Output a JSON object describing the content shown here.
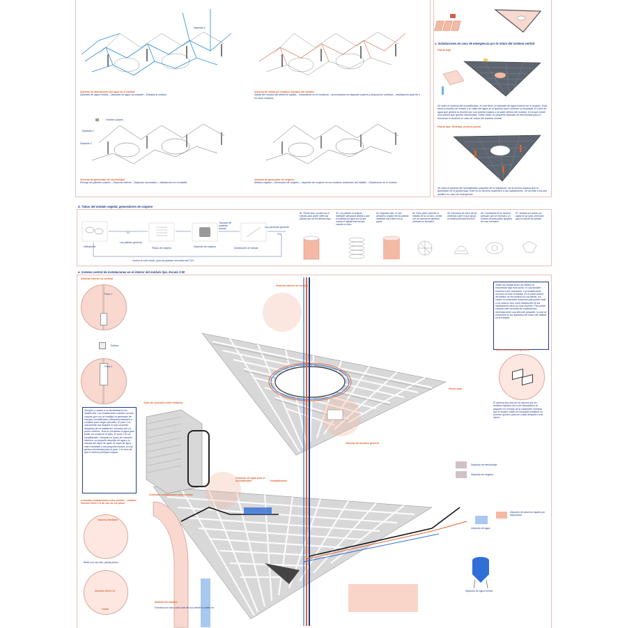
{
  "top_left": {
    "diagram_labels": {
      "deposito_2_top": "Depósito 2",
      "paneles_solares": "Paneles solares",
      "deposito_1": "Depósito 1",
      "deposito_2_mid": "Depósito 2"
    },
    "cap1_title": "Sistema de distribución del agua en el hábitat.",
    "cap1_body": "Depósito de agua central – Depósito de agua secundario – Entrada al módulo",
    "cap2_title": "Sistema de salida de residuos líquidos del hábitat",
    "cap2_body": "Salida del residuo del desecho líquido – tratamiento en el conducto – Acumulación en depósito solares y disposición solicitud – reutilización para fin o en otros módulos",
    "cap3_title": "Sistema de generador de electricidad",
    "cap3_body": "Recoge de paneles solares – Depósito interior – Depósito secundario – distribución en el hábitat",
    "cap4_title": "Sistema de generador de oxígeno",
    "cap4_body": "Módulo vegetal – Generador de oxígeno – depósito de oxígeno en los módulos anteriores del hábitat – Distribución en el módulo"
  },
  "top_right": {
    "section_title": "c. Instalaciones en caso de emergencia por la rotura del sistema central",
    "planta_baja": "Planta baja",
    "para1": "Se sufre el sistema del humidificador, el cual tiene un depósito de agua externo en el módulo. Esta tiene la función de extraer y el caldo del agua en el granulo para contener la humedad. El resto de agua que genera la función por una tubería (vapor) a la parte inferior del modulo, en la que existe una turbina que genera electricidad. Suele haber un pequeño depósito de electricidad para el funcionar el sistema en caso de rotura del sistema central.",
    "planta_tipo": "Planta tipo: Vivienda, primera planta",
    "para2": "Se sitúa el sistema del humidificador pequeño de la habitación, de la misma manera que el generador de la planta baja. Este es un servicio específico a las habitaciones. Se accede a los dos pasillos en caso de emergencia."
  },
  "middle": {
    "section_title": "d. Tubos del módulo vegetal, generadores de oxígeno",
    "hidroponia": "Hidroponía",
    "plantas_generan": "Las plantas generan",
    "o2": "O₂",
    "fibras": "Fibras de oxígeno",
    "deposito_oxigeno": "Depósito de oxígeno",
    "tuberia_label": "Tracción de material tubular",
    "distribucion": "Distribución al módulo",
    "personas": "Las personas generan",
    "co2": "CO₂",
    "loop": "Vuelve al ciclo inicial, para las plantas necesitan del CO2",
    "steps": [
      "d1. Primer tubo, cuenta con la entrada para poder meter las plantas que se encuentran aquí.",
      "d2. Las plantas se cultivan mediante hidroponía debido a que la cantidad de agua con la que cuenta el hábitat está escasa cuando es lleno.",
      "d3. Segundo tubo, el cual almacena oxígeno de las plantas mediante unos filtros en su pared.",
      "d4. Para poder controlar la entrada de la O2 tubo, cuenta con un sistema de apertura centrado en humídico.",
      "d5. Estructura de cierre de las viviendas sobre lo que apoya la ventana principal del tubo.",
      "d6. Conectando de la ventana principal, que se enchufa a un sistema de para poder apoyarla en caso necesario.",
      "d7. Ventana los suelos por captar la luz solar, necesario para la vida de las plantas."
    ]
  },
  "bottom": {
    "section_title": "e. Sistema central de instalaciones en el interior del módulo tipo. Escala 1:50",
    "sistema_interior": "Sistema interior en vertical",
    "pozo1": "Pozo 1",
    "turbina": "Turbina",
    "pozo2": "Pozo 2",
    "sistema_vertical_label": "Sistema interior en vertical",
    "tubo_conexion": "Tubo de conexión entre módulos",
    "left_note": "Siempre y cuando a la electricidad en los habitáculos. Las instalaciones cuentan con dos cánulas que con un ventilad un generador de energía, humidificador y Bioquemicotranslin a contante para cargar operativo. El pozo 1 es únicamente una lámpara la cual se puede desplazar por la habitación, necesita solo un pocho eléctrico. Este es recubierto el agua para poder ser usada en el baño. El pozo 2 es un humidificador. Variando un punto de conexión eléctrica, un pequeño depósito de agua y la estrada del vapor de agua. El vapor de agua está conectado a una pequeña turbina, la cual genera electricidad para el pozo 1 en caso de que el sistema principal colapse.",
    "conexion_label": "Conexión instalaciones tubo vertical – módulo. Sección fértil 1:5 de uso de los pisos",
    "toberas": "Toberas flexibles",
    "brida": "Brida con uso fino, planta juntos",
    "seccion": "Sección fértil 1:5",
    "union": "Unión",
    "conexion_tubo": "Conexión instalaciones tubo vertical",
    "deposito_agua_hum": "Depósito de agua para el humidificador",
    "humidificador": "Humidificador",
    "sistema_bombeo": "Sistema de bombeo general",
    "pared_solar": "Pared solar",
    "dep_electricidad": "Depósito de electricidad",
    "dep_oxigeno": "Depósito de oxígeno",
    "dep_agua": "Depósito de agua",
    "dep_desecho": "Depósito de desecho líquido por depuración",
    "dep_agua_central": "Depósito de agua central",
    "right_note1": "Todas las instalaciones del edificio se encuentran bajo este suelo, el cual también funciona como estructura. Las instalaciones recorren un todo el hábitat. En la parte central del edificio se encuentran los escaleras, los cuales no solamente funcionan para poder subir a los mismos sino como distribución de las instalaciones hacia la zona superior. Para poder cambiar este recorrido las instalaciones necesitan tener una tierra de pequeño, la cual se encuentra en los depósitos del centro del hábitat en la entrada.",
    "right_title2": "Sistema de bombeo general",
    "right_note2": "El sistema funciona de tal manera que los residuos líquidos van a ser depositados un pequeño en el fondo de la instalación mientras que el residuo sólido se compacta mediante un proceso químico para ser usado después como abono.",
    "medida_label": "Medida del módulo",
    "medida_text": "Funciona un ciclo como solo de uso desde lo anexo en"
  },
  "colors": {
    "navy": "#1e3a8a",
    "orange": "#e0622f",
    "pink": "#f8d8cf",
    "blue": "#2f6fd6",
    "grey_struct": "#c8c8c8"
  }
}
